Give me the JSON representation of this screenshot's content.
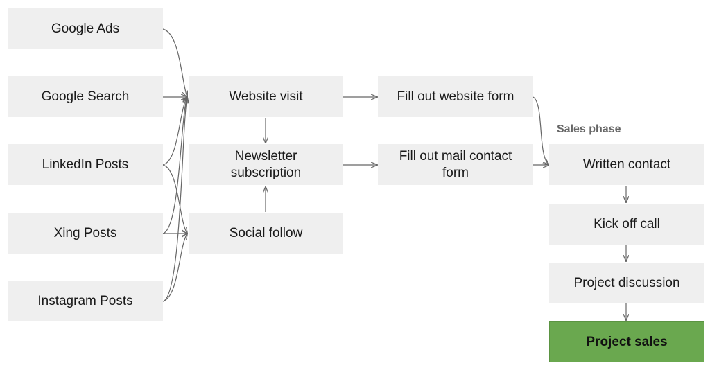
{
  "sources": {
    "google_ads": "Google Ads",
    "google_search": "Google Search",
    "linkedin_posts": "LinkedIn Posts",
    "xing_posts": "Xing Posts",
    "instagram_posts": "Instagram Posts"
  },
  "engagement": {
    "website_visit": "Website visit",
    "newsletter_subscription": "Newsletter subscription",
    "social_follow": "Social follow"
  },
  "conversion": {
    "fill_website_form": "Fill out website form",
    "fill_mail_contact_form": "Fill out mail contact form"
  },
  "sales": {
    "section_label": "Sales phase",
    "written_contact": "Written contact",
    "kick_off_call": "Kick off call",
    "project_discussion": "Project discussion",
    "project_sales": "Project sales"
  },
  "colors": {
    "node_background": "#efefef",
    "edge": "#666666",
    "highlight": "#6aa84f",
    "section_label": "#666666"
  },
  "edges": [
    {
      "from": "google-ads",
      "to": "website-visit"
    },
    {
      "from": "google-search",
      "to": "website-visit"
    },
    {
      "from": "linkedin-posts",
      "to": "website-visit"
    },
    {
      "from": "linkedin-posts",
      "to": "social-follow"
    },
    {
      "from": "xing-posts",
      "to": "website-visit"
    },
    {
      "from": "xing-posts",
      "to": "social-follow"
    },
    {
      "from": "instagram-posts",
      "to": "website-visit"
    },
    {
      "from": "instagram-posts",
      "to": "social-follow"
    },
    {
      "from": "website-visit",
      "to": "newsletter-subscription"
    },
    {
      "from": "social-follow",
      "to": "newsletter-subscription"
    },
    {
      "from": "website-visit",
      "to": "fill-out-website-form"
    },
    {
      "from": "newsletter-subscription",
      "to": "fill-out-mail-contact-form"
    },
    {
      "from": "fill-out-website-form",
      "to": "written-contact"
    },
    {
      "from": "fill-out-mail-contact-form",
      "to": "written-contact"
    },
    {
      "from": "written-contact",
      "to": "kick-off-call"
    },
    {
      "from": "kick-off-call",
      "to": "project-discussion"
    },
    {
      "from": "project-discussion",
      "to": "project-sales"
    }
  ]
}
